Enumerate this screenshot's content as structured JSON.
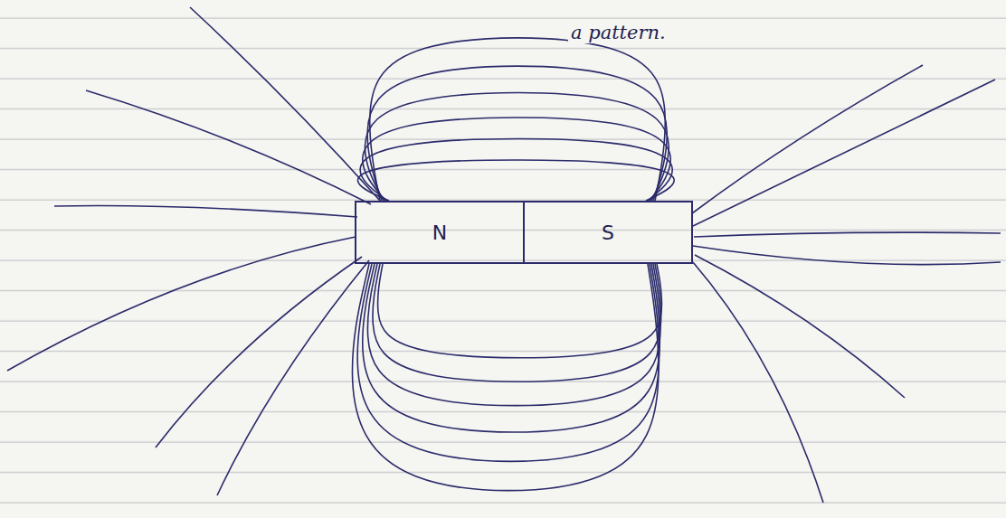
{
  "diagram": {
    "nodes": [
      {
        "text": [
          "N"
        ]
      },
      {
        "text": [
          "S"
        ]
      }
    ],
    "edges": [
      {
        "from": 0,
        "to": 1,
        "arrow": "none"
      },
      {
        "from": 0,
        "to": 1,
        "arrow": "none"
      },
      {
        "from": 0,
        "to": 1,
        "arrow": "none"
      },
      {
        "from": 0,
        "to": 1,
        "arrow": "none"
      },
      {
        "from": 0,
        "to": 1,
        "arrow": "none"
      },
      {
        "from": 0,
        "to": 1,
        "arrow": "none"
      },
      {
        "from": 0,
        "to": 1,
        "arrow": "none"
      },
      {
        "from": 0,
        "to": 1,
        "arrow": "none"
      },
      {
        "from": 0,
        "to": 1,
        "arrow": "none"
      },
      {
        "from": 0,
        "to": 1,
        "arrow": "none"
      },
      {
        "from": 0,
        "to": 1,
        "arrow": "none"
      },
      {
        "from": 0,
        "to": 1,
        "arrow": "none"
      }
    ],
    "labels": [
      "a pattern."
    ]
  }
}
